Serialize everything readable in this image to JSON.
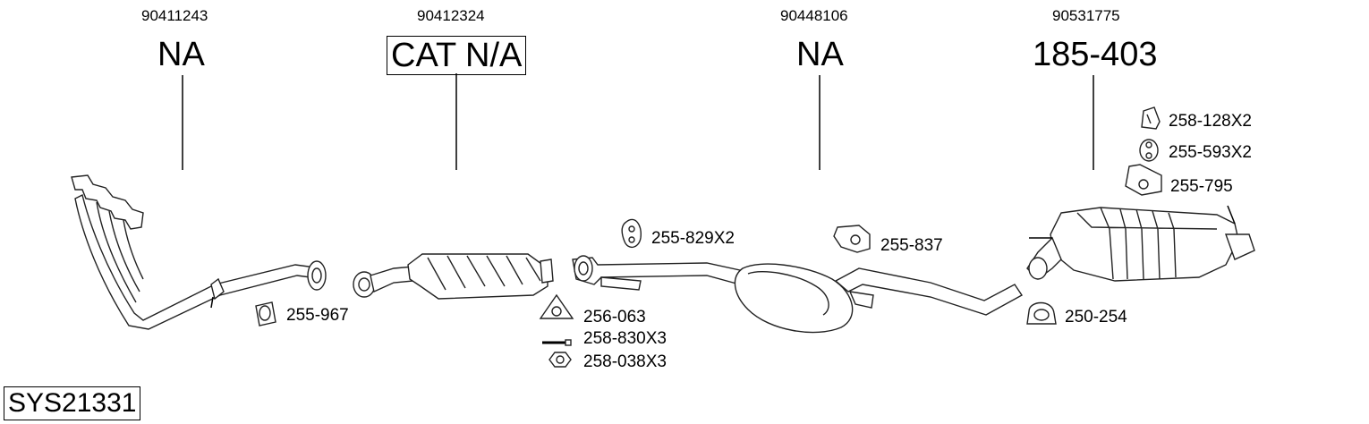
{
  "title": "SYS21331",
  "assemblies": [
    {
      "oem": "90411243",
      "supplier": "NA"
    },
    {
      "oem": "90412324",
      "supplier": "CAT N/A"
    },
    {
      "oem": "90448106",
      "supplier": "NA"
    },
    {
      "oem": "90531775",
      "supplier": "185-403"
    }
  ],
  "parts": [
    {
      "label": "255-967",
      "icon": "rubber-mount-icon"
    },
    {
      "label": "256-063",
      "icon": "gasket-icon"
    },
    {
      "label": "258-830X3",
      "icon": "bolt-icon"
    },
    {
      "label": "258-038X3",
      "icon": "nut-icon"
    },
    {
      "label": "255-829X2",
      "icon": "hanger-ring-icon"
    },
    {
      "label": "255-837",
      "icon": "hanger-bracket-icon"
    },
    {
      "label": "250-254",
      "icon": "clamp-icon"
    },
    {
      "label": "258-128X2",
      "icon": "hanger-clip-icon"
    },
    {
      "label": "255-593X2",
      "icon": "rubber-ring-icon"
    },
    {
      "label": "255-795",
      "icon": "mounting-plate-icon"
    }
  ]
}
